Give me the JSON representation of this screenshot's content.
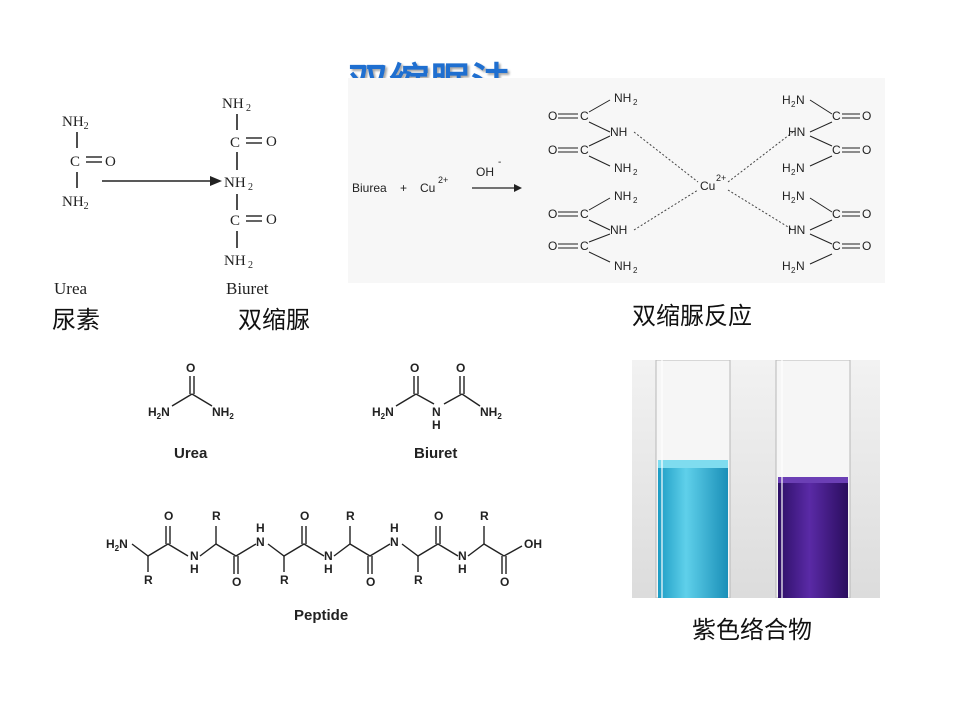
{
  "slide": {
    "title": "双缩脲法",
    "captions": {
      "urea": "尿素",
      "biuret": "双缩脲",
      "reaction": "双缩脲反应",
      "complex": "紫色络合物"
    }
  },
  "top_left_diagram": {
    "urea_label": "Urea",
    "biuret_label": "Biuret",
    "urea_groups": [
      "NH",
      "C",
      "O",
      "NH"
    ],
    "biuret_groups": [
      "NH",
      "C",
      "O",
      "NH",
      "C",
      "O",
      "NH"
    ]
  },
  "reaction_diagram": {
    "reactant": "Biurea",
    "plus": "+",
    "cu": "Cu",
    "cu_charge": "2+",
    "catalyst": "OH",
    "catalyst_charge": "-",
    "center_ion": "Cu",
    "center_charge": "2+",
    "left_groups": [
      "O",
      "C",
      "NH",
      "NH"
    ],
    "right_groups": [
      "H",
      "N",
      "C",
      "O",
      "HN"
    ]
  },
  "bottom_structures": {
    "urea_label": "Urea",
    "biuret_label": "Biuret",
    "peptide_label": "Peptide",
    "atoms": [
      "O",
      "H",
      "N",
      "R",
      "OH",
      "NH"
    ]
  },
  "photo": {
    "left_tube_color": "#29b6d9",
    "right_tube_color": "#4b1f8f"
  }
}
